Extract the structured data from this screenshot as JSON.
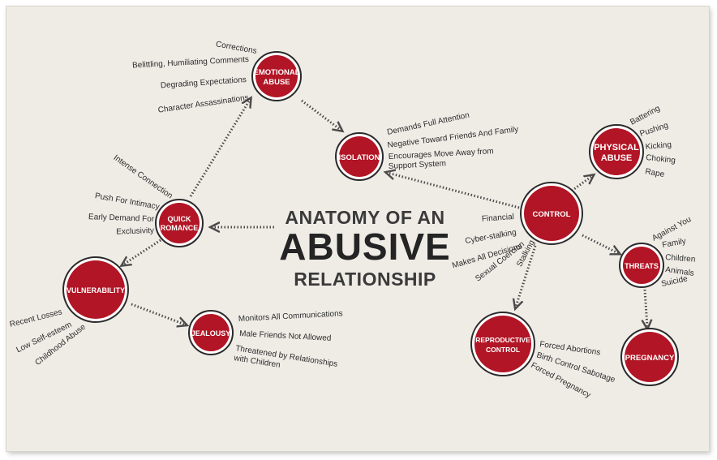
{
  "title": {
    "line1": "ANATOMY OF AN",
    "line2": "ABUSIVE",
    "line3": "RELATIONSHIP"
  },
  "colors": {
    "node_fill": "#b21525",
    "node_ring": "#2a2a2a",
    "paper": "#efece6",
    "text": "#2c2c2c",
    "connector": "#4a4a4a"
  },
  "nodes": {
    "emotional_abuse": {
      "line1": "EMOTIONAL",
      "line2": "ABUSE"
    },
    "isolation": {
      "line1": "ISOLATION"
    },
    "physical_abuse": {
      "line1": "PHYSICAL",
      "line2": "ABUSE"
    },
    "control": {
      "line1": "CONTROL"
    },
    "quick_romance": {
      "line1": "QUICK",
      "line2": "ROMANCE"
    },
    "vulnerability": {
      "line1": "VULNERABILITY"
    },
    "jealousy": {
      "line1": "JEALOUSY"
    },
    "threats": {
      "line1": "THREATS"
    },
    "reproductive_control": {
      "line1": "REPRODUCTIVE",
      "line2": "CONTROL"
    },
    "pregnancy": {
      "line1": "PREGNANCY"
    }
  },
  "labels": {
    "emotional_abuse": [
      "Corrections",
      "Belittling, Humiliating Comments",
      "Degrading Expectations",
      "Character Assassinations"
    ],
    "isolation": [
      "Demands Full Attention",
      "Negative Toward Friends And Family",
      "Encourages Move Away from",
      "Support System"
    ],
    "physical_abuse": [
      "Battering",
      "Pushing",
      "Kicking",
      "Choking",
      "Rape"
    ],
    "control": [
      "Financial",
      "Cyber-stalking",
      "Makes All Decisions",
      "Sexual Coercion",
      "Stalking"
    ],
    "quick_romance": [
      "Intense Connection",
      "Push For Intimacy",
      "Early Demand For",
      "Exclusivity"
    ],
    "vulnerability": [
      "Recent Losses",
      "Low Self-esteem",
      "Childhood Abuse"
    ],
    "jealousy": [
      "Monitors All Communications",
      "Male Friends Not Allowed",
      "Threatened by Relationships",
      "with Children"
    ],
    "threats": [
      "Against You",
      "Family",
      "Children",
      "Animals",
      "Suicide"
    ],
    "reproductive_control": [
      "Forced Abortions",
      "Birth Control Sabotage",
      "Forced Pregnancy"
    ]
  }
}
